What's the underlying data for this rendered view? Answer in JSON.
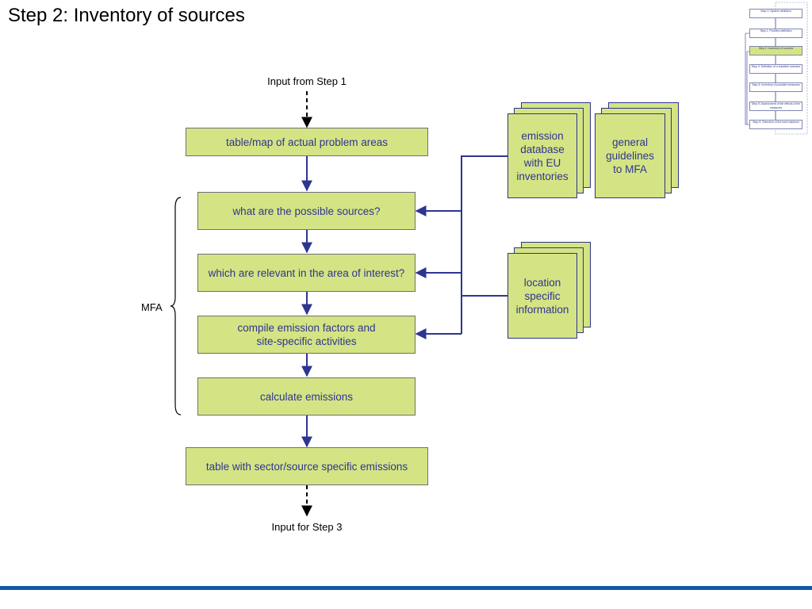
{
  "slide": {
    "title": "Step 2: Inventory of sources",
    "input_from": "Input from Step 1",
    "input_for": "Input for Step 3",
    "mfa_label": "MFA"
  },
  "flow_boxes": [
    "table/map of actual problem areas",
    "what are the possible sources?",
    "which are relevant in the area of interest?",
    "compile emission factors and\nsite-specific activities",
    "calculate emissions",
    "table with sector/source specific emissions"
  ],
  "documents": {
    "emission_db": "emission\ndatabase\nwith EU\ninventories",
    "guidelines": "general\nguidelines\nto MFA",
    "location_info": "location\nspecific\ninformation"
  },
  "minimap": [
    "Step 0: System definition",
    "Step 1: Problem definition",
    "Step 2: Inventory of sources",
    "Step 3: Definition of a baseline scenario",
    "Step 4: Inventory of possible measures",
    "Step 5: Assessment of the effects of the measures",
    "Step 6: Selection of the best solutions"
  ],
  "colors": {
    "box_fill": "#d4e484",
    "text_blue": "#2e3590",
    "line_blue": "#2e3590",
    "footer_bar": "#1558a8"
  }
}
